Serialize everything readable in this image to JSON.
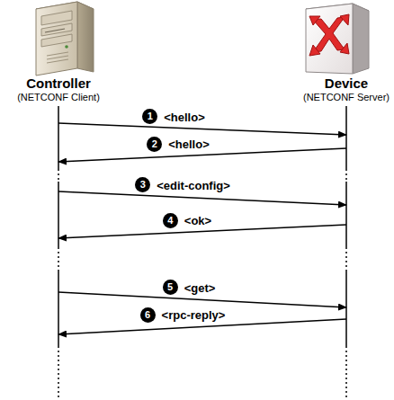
{
  "diagram": {
    "nodes": [
      {
        "text": [
          "Controller",
          "(NETCONF Client)"
        ]
      },
      {
        "text": [
          "Device",
          "(NETCONF Server)"
        ]
      }
    ],
    "edges": [
      {
        "from": 0,
        "to": 1,
        "arrow": "to",
        "label": "<hello>"
      },
      {
        "from": 1,
        "to": 0,
        "arrow": "to",
        "label": "<hello>"
      },
      {
        "from": 0,
        "to": 1,
        "arrow": "to",
        "label": "<edit-config>"
      },
      {
        "from": 1,
        "to": 0,
        "arrow": "to",
        "label": "<ok>"
      },
      {
        "from": 0,
        "to": 1,
        "arrow": "to",
        "label": "<get>"
      },
      {
        "from": 1,
        "to": 0,
        "arrow": "to",
        "label": "<rpc-reply>"
      }
    ],
    "labels": [
      "1",
      "2",
      "3",
      "4",
      "5",
      "6"
    ]
  }
}
